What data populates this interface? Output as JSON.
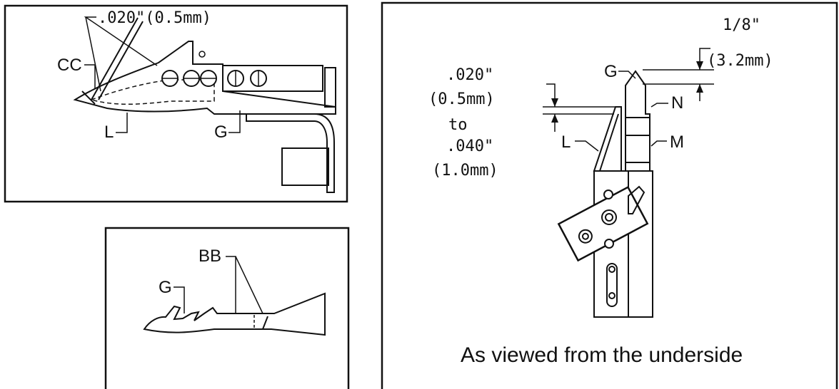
{
  "top_left": {
    "dim_label": ".020\"(0.5mm)",
    "label_cc": "CC",
    "label_l": "L",
    "label_g": "G"
  },
  "bottom_left": {
    "label_bb": "BB",
    "label_g": "G"
  },
  "right": {
    "dim_top_1": "1/8\"",
    "dim_top_2": "(3.2mm)",
    "dim_left_1": ".020\"",
    "dim_left_2": "(0.5mm)",
    "dim_left_3": "to",
    "dim_left_4": ".040\"",
    "dim_left_5": "(1.0mm)",
    "label_g": "G",
    "label_n": "N",
    "label_l": "L",
    "label_m": "M",
    "caption": "As viewed from the underside"
  }
}
